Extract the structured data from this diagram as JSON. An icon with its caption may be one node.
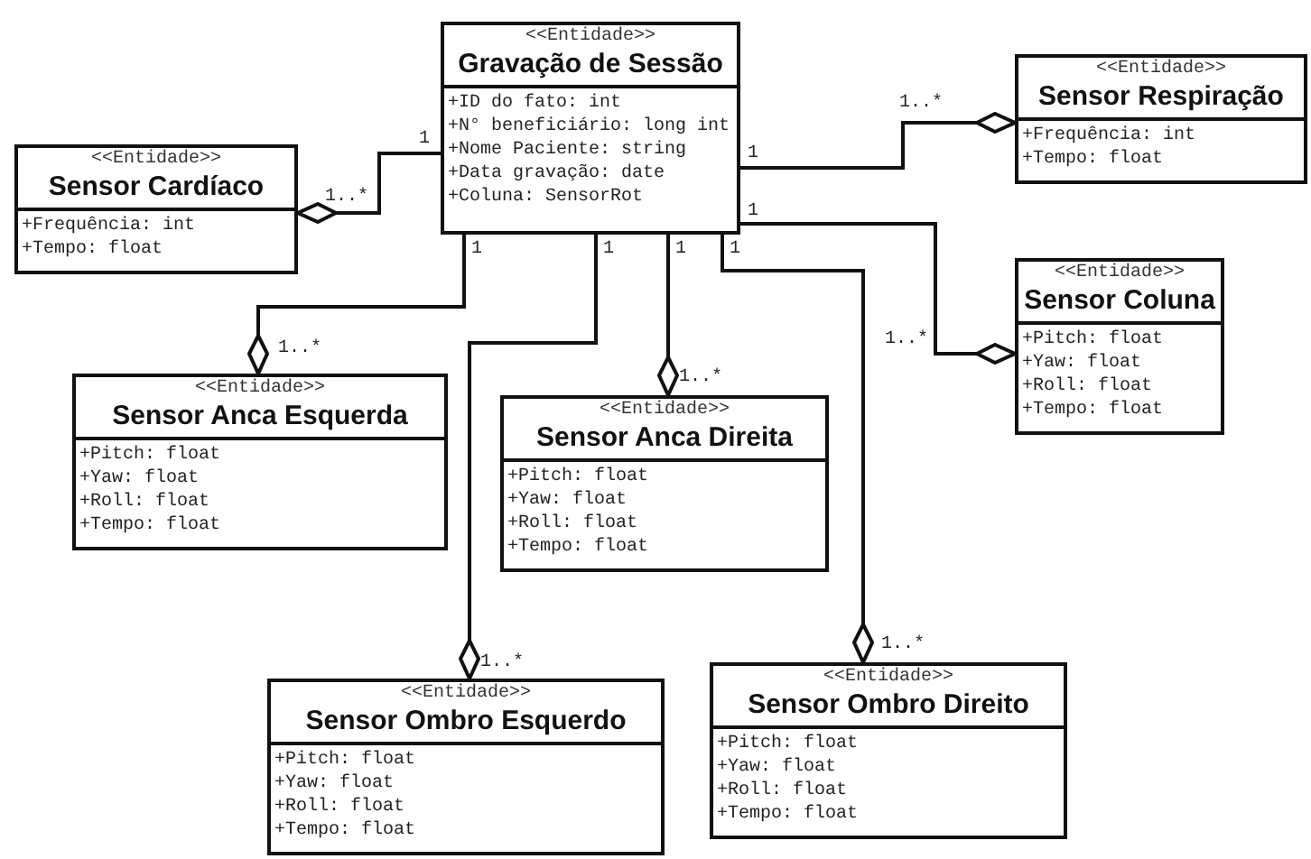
{
  "diagram": {
    "nodes": [
      {
        "text": [
          "<<Entidade>>",
          "Gravação de Sessão",
          "+ID do fato: int",
          "+N° beneficiário: long int",
          "+Nome Paciente: string",
          "+Data gravação: date",
          "+Coluna: SensorRot"
        ]
      },
      {
        "text": [
          "<<Entidade>>",
          "Sensor Respiração",
          "+Frequência: int",
          "+Tempo: float"
        ]
      },
      {
        "text": [
          "<<Entidade>>",
          "Sensor Cardíaco",
          "+Frequência: int",
          "+Tempo: float"
        ]
      },
      {
        "text": [
          "<<Entidade>>",
          "Sensor Coluna",
          "+Pitch: float",
          "+Yaw: float",
          "+Roll: float",
          "+Tempo: float"
        ]
      },
      {
        "text": [
          "<<Entidade>>",
          "Sensor Anca Esquerda",
          "+Pitch: float",
          "+Yaw: float",
          "+Roll: float",
          "+Tempo: float"
        ]
      },
      {
        "text": [
          "<<Entidade>>",
          "Sensor Anca Direita",
          "+Pitch: float",
          "+Yaw: float",
          "+Roll: float",
          "+Tempo: float"
        ]
      },
      {
        "text": [
          "<<Entidade>>",
          "Sensor Ombro Esquerdo",
          "+Pitch: float",
          "+Yaw: float",
          "+Roll: float",
          "+Tempo: float"
        ]
      },
      {
        "text": [
          "<<Entidade>>",
          "Sensor Ombro Direito",
          "+Pitch: float",
          "+Yaw: float",
          "+Roll: float",
          "+Tempo: float"
        ]
      }
    ],
    "edges": [
      {
        "from": 0,
        "to": 1,
        "arrow": "other"
      },
      {
        "from": 0,
        "to": 2,
        "arrow": "other"
      },
      {
        "from": 0,
        "to": 3,
        "arrow": "other"
      },
      {
        "from": 0,
        "to": 4,
        "arrow": "other"
      },
      {
        "from": 0,
        "to": 5,
        "arrow": "other"
      },
      {
        "from": 0,
        "to": 6,
        "arrow": "other"
      },
      {
        "from": 0,
        "to": 7,
        "arrow": "other"
      }
    ],
    "labels": [
      "1",
      "1..*",
      "1",
      "1..*",
      "1",
      "1..*",
      "1",
      "1..*",
      "1",
      "1..*",
      "1",
      "1..*",
      "1",
      "1..*"
    ]
  }
}
